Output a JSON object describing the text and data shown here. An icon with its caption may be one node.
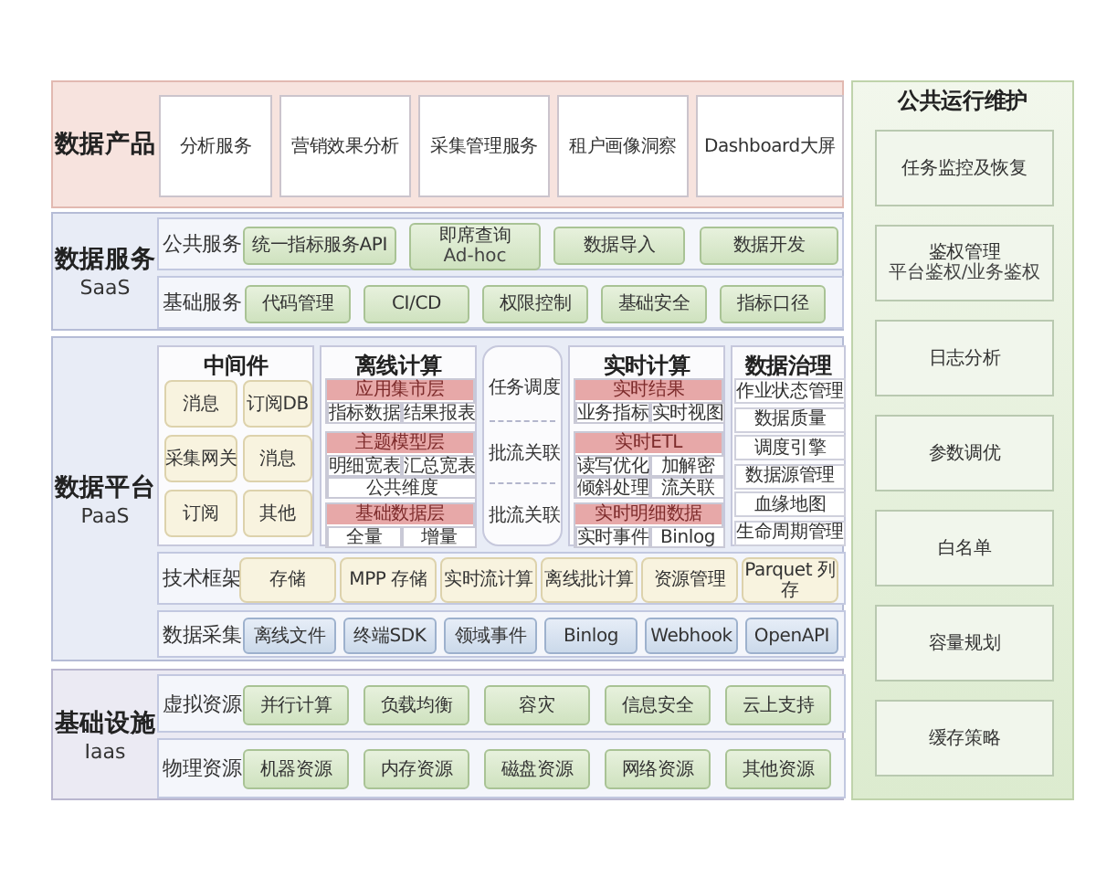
{
  "diagram": {
    "nodes": [
      {
        "text": [
          "数据产品"
        ]
      },
      {
        "text": [
          "分析服务"
        ],
        "in": 0
      },
      {
        "text": [
          "营销效果分析"
        ],
        "in": 0
      },
      {
        "text": [
          "采集管理服务"
        ],
        "in": 0
      },
      {
        "text": [
          "租户画像洞察"
        ],
        "in": 0
      },
      {
        "text": [
          "Dashboard大屏"
        ],
        "in": 0
      },
      {
        "text": [
          "数据服务",
          "SaaS"
        ]
      },
      {
        "text": [
          "公共服务"
        ],
        "in": 6
      },
      {
        "text": [
          "统一指标服务API"
        ],
        "in": 7
      },
      {
        "text": [
          "即席查询",
          "Ad-hoc"
        ],
        "in": 7
      },
      {
        "text": [
          "数据导入"
        ],
        "in": 7
      },
      {
        "text": [
          "数据开发"
        ],
        "in": 7
      },
      {
        "text": [
          "基础服务"
        ],
        "in": 6
      },
      {
        "text": [
          "代码管理"
        ],
        "in": 12
      },
      {
        "text": [
          "CI/CD"
        ],
        "in": 12
      },
      {
        "text": [
          "权限控制"
        ],
        "in": 12
      },
      {
        "text": [
          "基础安全"
        ],
        "in": 12
      },
      {
        "text": [
          "指标口径"
        ],
        "in": 12
      },
      {
        "text": [
          "数据平台",
          "PaaS"
        ]
      },
      {
        "text": [
          "中间件"
        ],
        "in": 18
      },
      {
        "text": [
          "消息"
        ],
        "in": 19
      },
      {
        "text": [
          "订阅DB"
        ],
        "in": 19
      },
      {
        "text": [
          "采集网关"
        ],
        "in": 19
      },
      {
        "text": [
          "消息"
        ],
        "in": 19
      },
      {
        "text": [
          "订阅"
        ],
        "in": 19
      },
      {
        "text": [
          "其他"
        ],
        "in": 19
      },
      {
        "text": [
          "离线计算"
        ],
        "in": 18
      },
      {
        "text": [
          "应用集市层"
        ],
        "in": 26
      },
      {
        "text": [
          "指标数据"
        ],
        "in": 27
      },
      {
        "text": [
          "结果报表"
        ],
        "in": 27
      },
      {
        "text": [
          "主题模型层"
        ],
        "in": 26
      },
      {
        "text": [
          "明细宽表"
        ],
        "in": 30
      },
      {
        "text": [
          "汇总宽表"
        ],
        "in": 30
      },
      {
        "text": [
          "公共维度"
        ],
        "in": 30
      },
      {
        "text": [
          "基础数据层"
        ],
        "in": 26
      },
      {
        "text": [
          "全量"
        ],
        "in": 34
      },
      {
        "text": [
          "增量"
        ],
        "in": 34
      },
      {
        "text": [],
        "shape": "box",
        "in": 18
      },
      {
        "text": [
          "任务调度"
        ],
        "in": 37
      },
      {
        "text": [
          "批流关联"
        ],
        "in": 37
      },
      {
        "text": [
          "批流关联"
        ],
        "in": 37
      },
      {
        "text": [
          "实时计算"
        ],
        "in": 18
      },
      {
        "text": [
          "实时结果"
        ],
        "in": 41
      },
      {
        "text": [
          "业务指标"
        ],
        "in": 42
      },
      {
        "text": [
          "实时视图"
        ],
        "in": 42
      },
      {
        "text": [
          "实时ETL"
        ],
        "in": 41
      },
      {
        "text": [
          "读写优化"
        ],
        "in": 45
      },
      {
        "text": [
          "加解密"
        ],
        "in": 45
      },
      {
        "text": [
          "倾斜处理"
        ],
        "in": 45
      },
      {
        "text": [
          "流关联"
        ],
        "in": 45
      },
      {
        "text": [
          "实时明细数据"
        ],
        "in": 41
      },
      {
        "text": [
          "实时事件"
        ],
        "in": 50
      },
      {
        "text": [
          "Binlog"
        ],
        "in": 50
      },
      {
        "text": [
          "数据治理"
        ],
        "in": 18
      },
      {
        "text": [
          "作业状态管理"
        ],
        "in": 53
      },
      {
        "text": [
          "数据质量"
        ],
        "in": 53
      },
      {
        "text": [
          "调度引擎"
        ],
        "in": 53
      },
      {
        "text": [
          "数据源管理"
        ],
        "in": 53
      },
      {
        "text": [
          "血缘地图"
        ],
        "in": 53
      },
      {
        "text": [
          "生命周期管理"
        ],
        "in": 53
      },
      {
        "text": [
          "技术框架"
        ],
        "in": 18
      },
      {
        "text": [
          "存储"
        ],
        "in": 60
      },
      {
        "text": [
          "MPP 存储"
        ],
        "in": 60
      },
      {
        "text": [
          "实时流计算"
        ],
        "in": 60
      },
      {
        "text": [
          "离线批计算"
        ],
        "in": 60
      },
      {
        "text": [
          "资源管理"
        ],
        "in": 60
      },
      {
        "text": [
          "Parquet 列存"
        ],
        "in": 60
      },
      {
        "text": [
          "数据采集"
        ],
        "in": 18
      },
      {
        "text": [
          "离线文件"
        ],
        "in": 67
      },
      {
        "text": [
          "终端SDK"
        ],
        "in": 67
      },
      {
        "text": [
          "领域事件"
        ],
        "in": 67
      },
      {
        "text": [
          "Binlog"
        ],
        "in": 67
      },
      {
        "text": [
          "Webhook"
        ],
        "in": 67
      },
      {
        "text": [
          "OpenAPI"
        ],
        "in": 67
      },
      {
        "text": [
          "基础设施",
          "Iaas"
        ]
      },
      {
        "text": [
          "虚拟资源"
        ],
        "in": 74
      },
      {
        "text": [
          "并行计算"
        ],
        "in": 75
      },
      {
        "text": [
          "负载均衡"
        ],
        "in": 75
      },
      {
        "text": [
          "容灾"
        ],
        "in": 75
      },
      {
        "text": [
          "信息安全"
        ],
        "in": 75
      },
      {
        "text": [
          "云上支持"
        ],
        "in": 75
      },
      {
        "text": [
          "物理资源"
        ],
        "in": 74
      },
      {
        "text": [
          "机器资源"
        ],
        "in": 81
      },
      {
        "text": [
          "内存资源"
        ],
        "in": 81
      },
      {
        "text": [
          "磁盘资源"
        ],
        "in": 81
      },
      {
        "text": [
          "网络资源"
        ],
        "in": 81
      },
      {
        "text": [
          "其他资源"
        ],
        "in": 81
      },
      {
        "text": [
          "公共运行维护"
        ]
      },
      {
        "text": [
          "任务监控及恢复"
        ],
        "in": 87
      },
      {
        "text": [
          "鉴权管理",
          "平台鉴权/业务鉴权"
        ],
        "in": 87
      },
      {
        "text": [
          "日志分析"
        ],
        "in": 87
      },
      {
        "text": [
          "参数调优"
        ],
        "in": 87
      },
      {
        "text": [
          "白名单"
        ],
        "in": 87
      },
      {
        "text": [
          "容量规划"
        ],
        "in": 87
      },
      {
        "text": [
          "缓存策略"
        ],
        "in": 87
      }
    ]
  }
}
